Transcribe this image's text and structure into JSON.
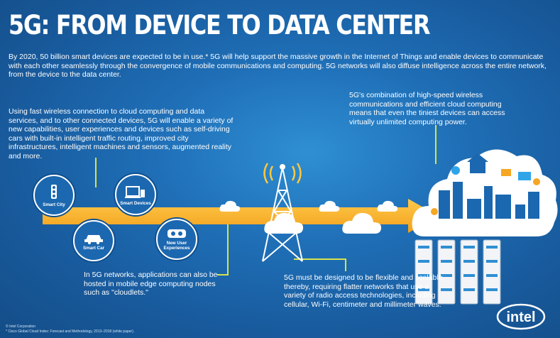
{
  "title": "5G: FROM DEVICE TO DATA CENTER",
  "intro": "By 2020, 50 billion smart devices are expected to be in use.* 5G will help support the massive growth in the Internet of Things and enable devices to communicate with each other seamlessly through the convergence of mobile communications and computing. 5G networks will also diffuse intelligence across the entire network, from the device to the data center.",
  "left_text": "Using fast wireless connection to cloud computing and data services, and to other connected devices, 5G will enable a variety of new capabilities, user experiences and devices such as self-driving cars with built-in intelligent traffic routing, improved city infrastructures, intelligent machines and sensors, augmented reality and more.",
  "right_text": "5G's combination of high-speed wireless communications and efficient cloud computing means that even the tiniest devices can access virtually unlimited computing power.",
  "bottom_mid_text": "In 5G networks, applications can also be hosted in mobile edge computing nodes such as \"cloudlets.\"",
  "bottom_right_text": "5G must be designed to be flexible and scalable, thereby, requiring flatter networks that use a variety of radio access technologies, including cellular, Wi-Fi, centimeter and millimeter waves.",
  "badges": {
    "smart_city": "Smart City",
    "smart_devices": "Smart Devices",
    "smart_car": "Smart Car",
    "new_user_experiences": "New User Experiences"
  },
  "footer": {
    "line1": "© Intel Corporation",
    "line2": "* Cisco Global Cloud Index: Forecast and Methodology, 2013–2018 (white paper)."
  },
  "logo_text": "intel",
  "colors": {
    "arrow": "#f5a623",
    "connector": "#d7e34b",
    "accent": "#ffc83d"
  }
}
